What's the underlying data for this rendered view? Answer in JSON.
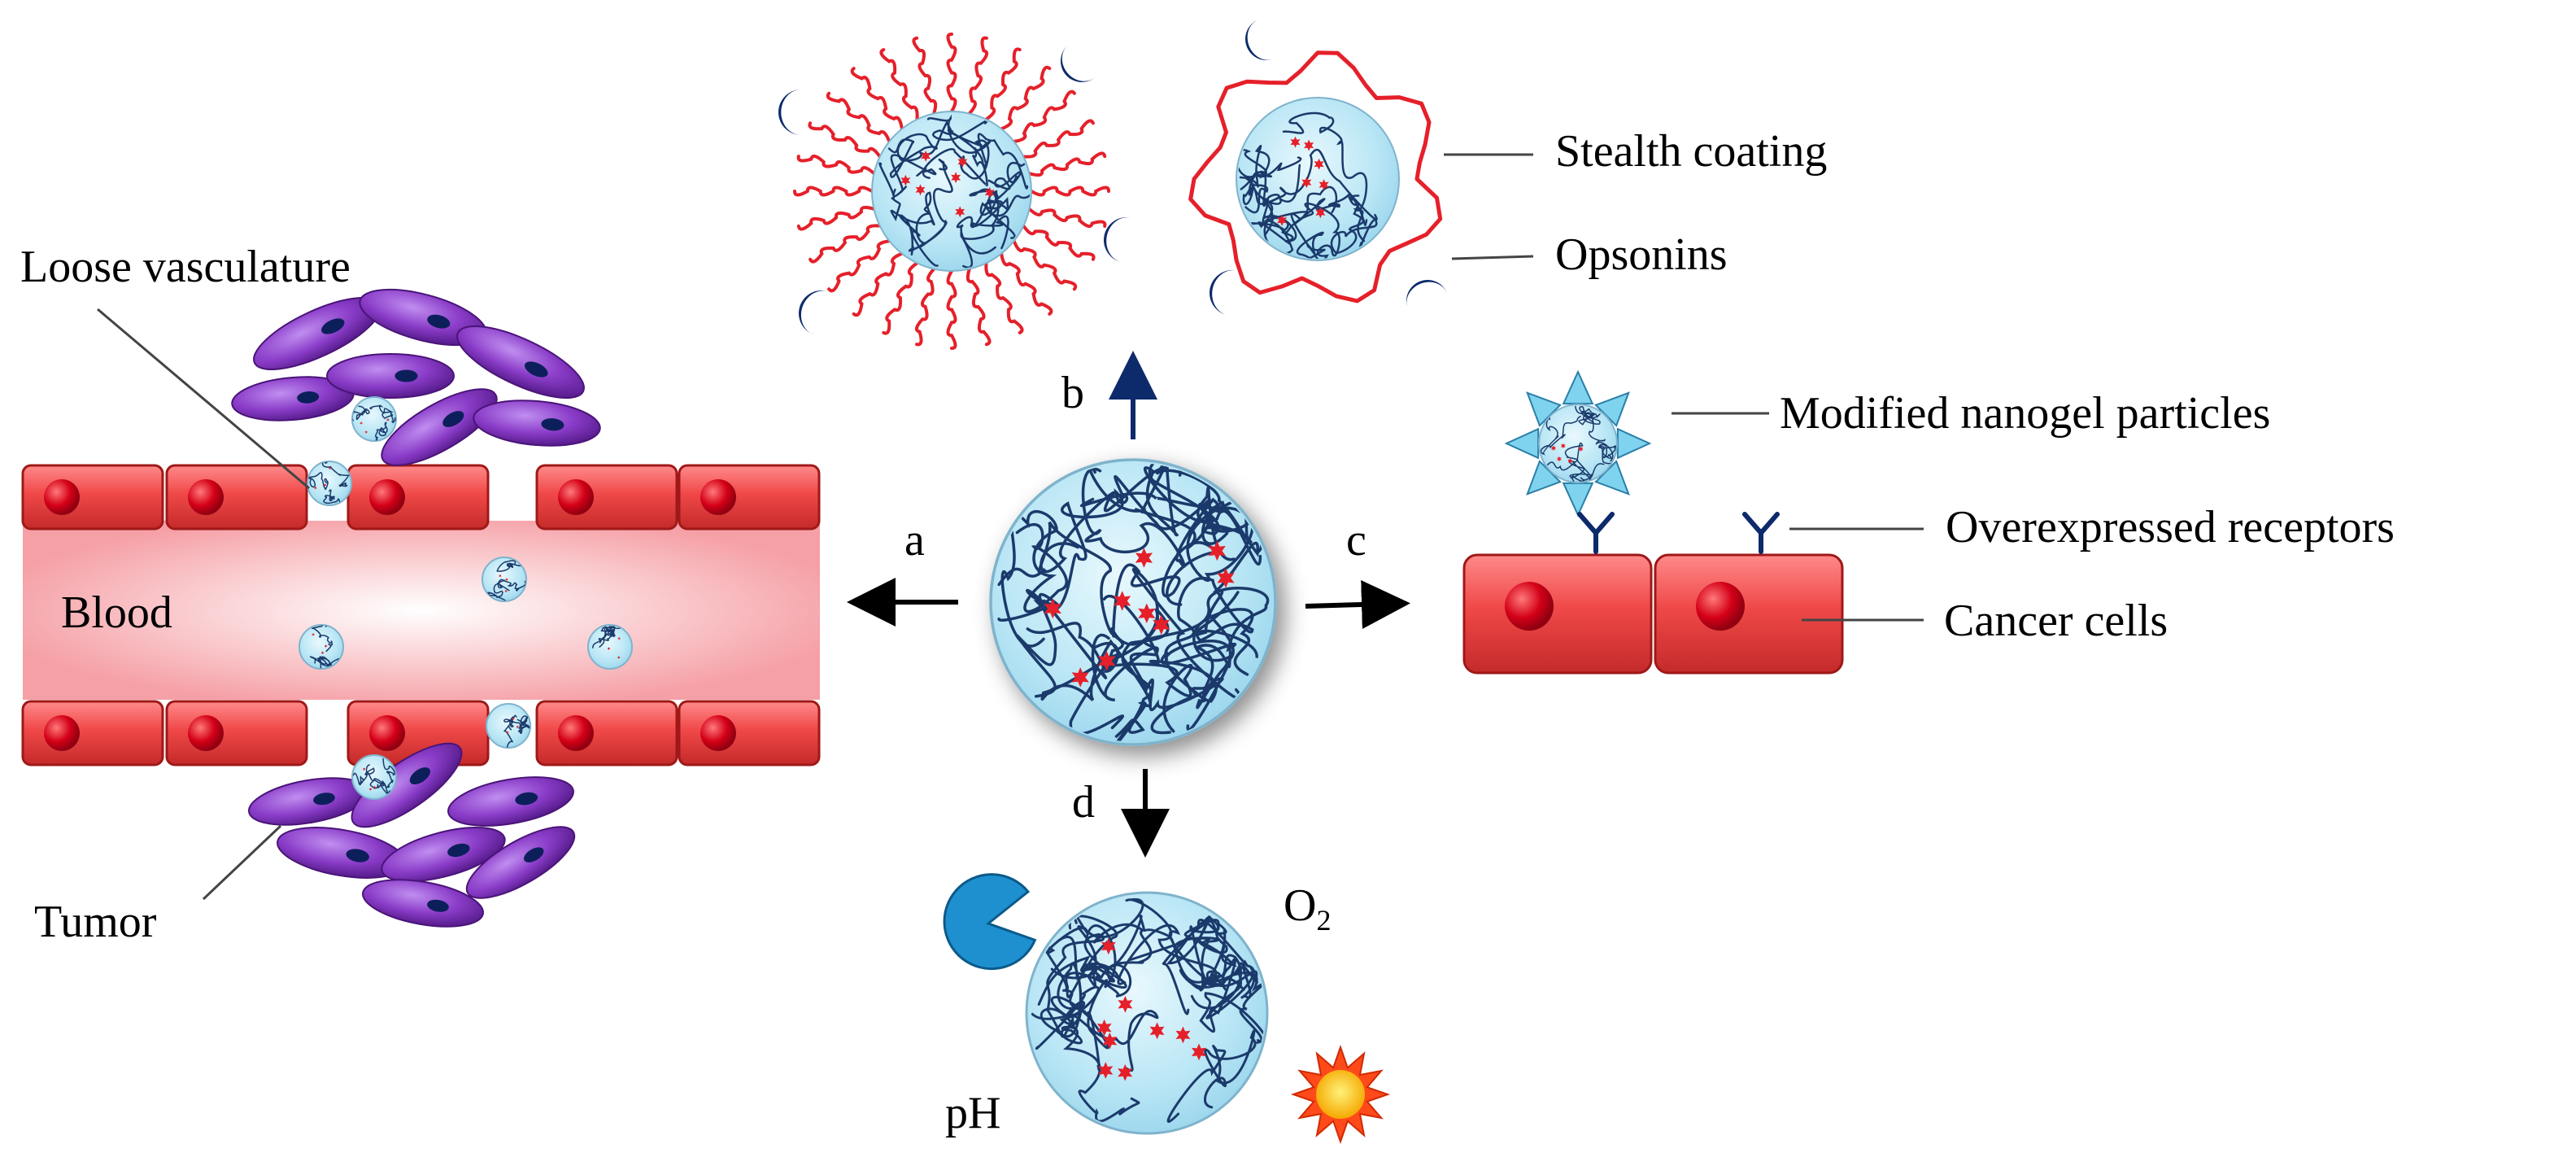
{
  "labels": {
    "loose_vasculature": "Loose vasculature",
    "blood": "Blood",
    "tumor": "Tumor",
    "stealth_coating": "Stealth coating",
    "opsonins": "Opsonins",
    "modified_nanogel": "Modified nanogel particles",
    "overexpressed_receptors": "Overexpressed receptors",
    "cancer_cells": "Cancer cells",
    "ph": "pH",
    "o2_base": "O",
    "o2_sub": "2"
  },
  "panels": {
    "a": "a",
    "b": "b",
    "c": "c",
    "d": "d"
  },
  "colors": {
    "nanogel_fill": "#b9e6f5",
    "nanogel_stroke": "#1b3a6b",
    "drug": "#e5202a",
    "cell_red": "#ef4b4b",
    "nucleus_red": "#c8001a",
    "tumor_purple": "#8a3cc8",
    "opsonin_navy": "#0d2a6b",
    "peg_red": "#e5202a",
    "enzyme_blue": "#1e90d0",
    "sun_yellow": "#ffcc00"
  }
}
